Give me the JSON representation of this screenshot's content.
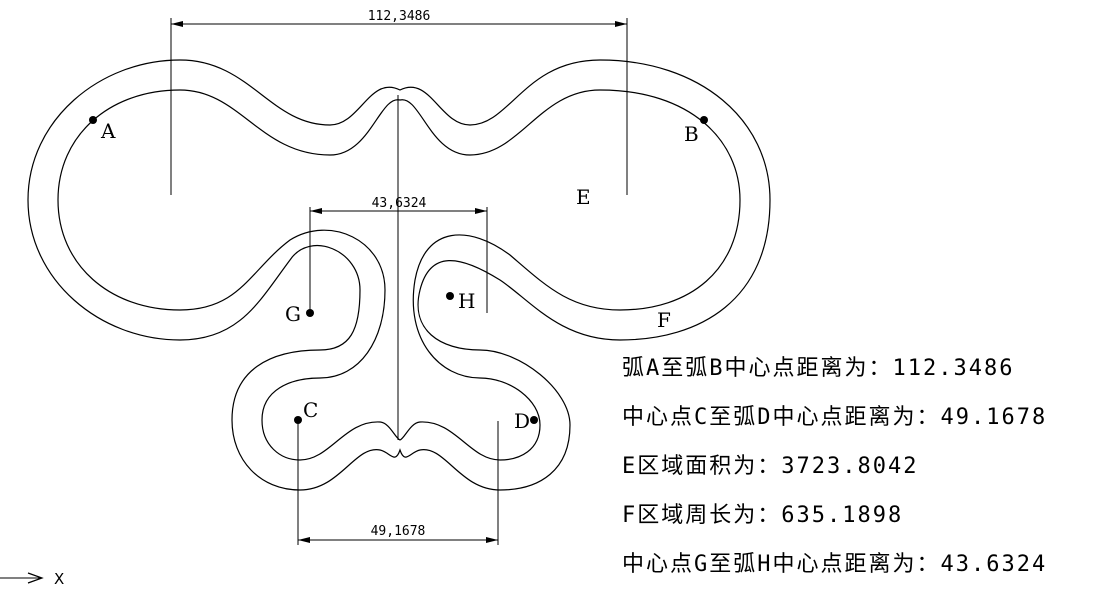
{
  "dimensions": {
    "top": "112,3486",
    "middle": "43,6324",
    "bottom": "49,1678"
  },
  "points": {
    "A": "A",
    "B": "B",
    "C": "C",
    "D": "D",
    "E": "E",
    "F": "F",
    "G": "G",
    "H": "H"
  },
  "axis_label": "X",
  "notes": [
    "弧A至弧B中心点距离为：112.3486",
    "中心点C至弧D中心点距离为：49.1678",
    "E区域面积为：3723.8042",
    "F区域周长为：635.1898",
    "中心点G至弧H中心点距离为：43.6324"
  ]
}
